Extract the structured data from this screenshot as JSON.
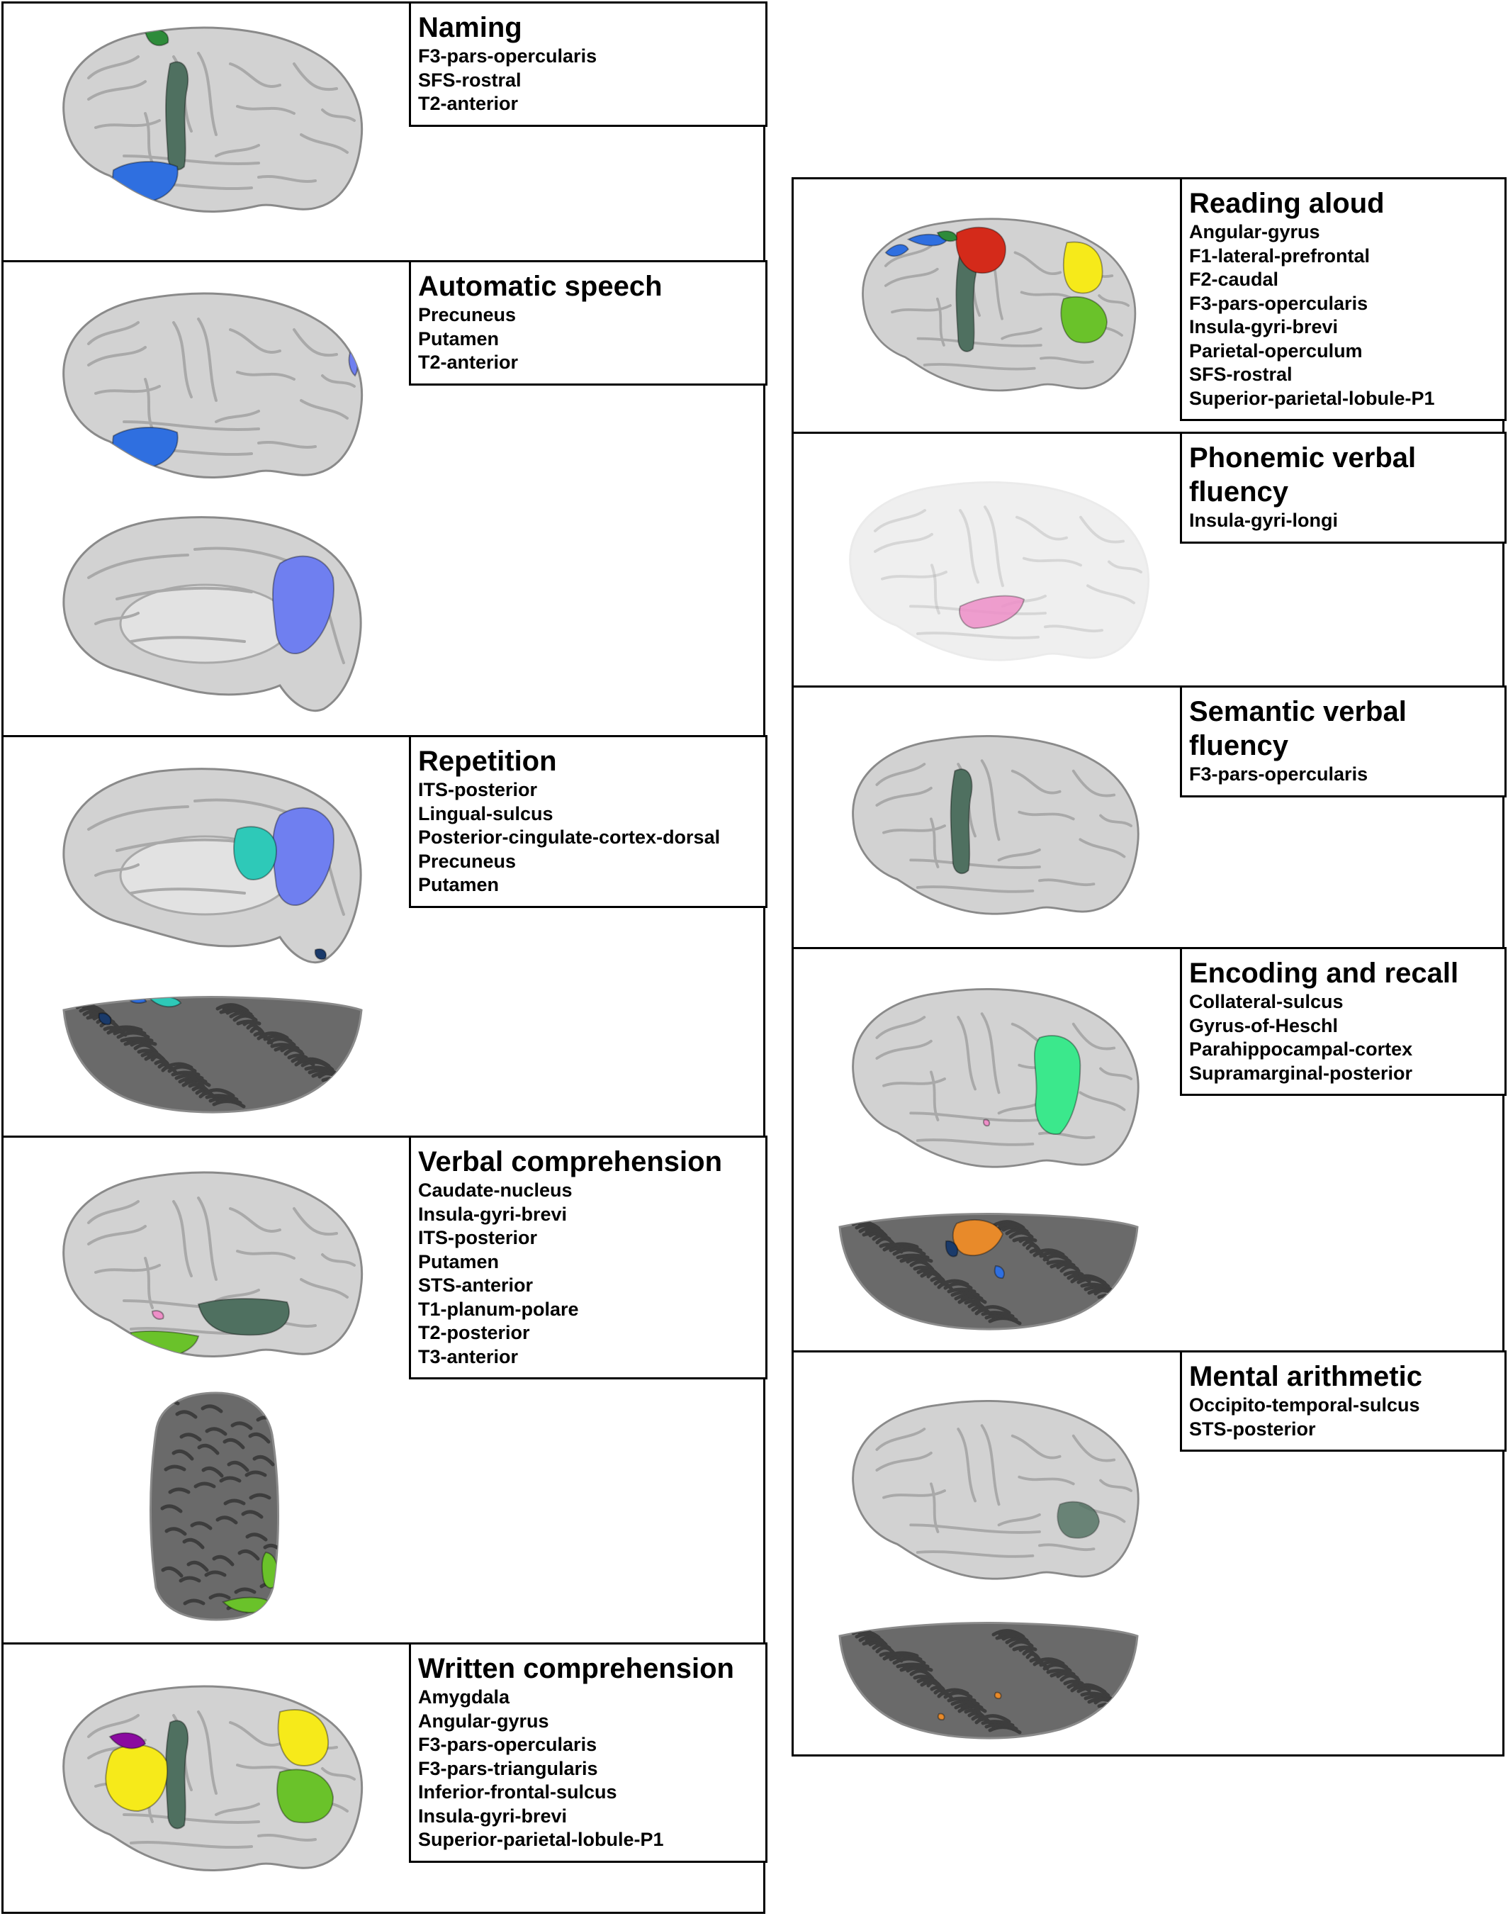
{
  "panels": [
    {
      "id": "naming",
      "title": "Naming",
      "regions": [
        "F3-pars-opercularis",
        "SFS-rostral",
        "T2-anterior"
      ]
    },
    {
      "id": "automatic",
      "title": "Automatic speech",
      "regions": [
        "Precuneus",
        "Putamen",
        "T2-anterior"
      ]
    },
    {
      "id": "repetition",
      "title": "Repetition",
      "regions": [
        "ITS-posterior",
        "Lingual-sulcus",
        "Posterior-cingulate-cortex-dorsal",
        "Precuneus",
        "Putamen"
      ]
    },
    {
      "id": "verbal",
      "title": "Verbal comprehension",
      "regions": [
        "Caudate-nucleus",
        "Insula-gyri-brevi",
        "ITS-posterior",
        "Putamen",
        "STS-anterior",
        "T1-planum-polare",
        "T2-posterior",
        "T3-anterior"
      ]
    },
    {
      "id": "written",
      "title": "Written comprehension",
      "regions": [
        "Amygdala",
        "Angular-gyrus",
        "F3-pars-opercularis",
        "F3-pars-triangularis",
        "Inferior-frontal-sulcus",
        "Insula-gyri-brevi",
        "Superior-parietal-lobule-P1"
      ]
    },
    {
      "id": "reading",
      "title": "Reading aloud",
      "regions": [
        "Angular-gyrus",
        "F1-lateral-prefrontal",
        "F2-caudal",
        "F3-pars-opercularis",
        "Insula-gyri-brevi",
        "Parietal-operculum",
        "SFS-rostral",
        "Superior-parietal-lobule-P1"
      ]
    },
    {
      "id": "phonemic",
      "title": "Phonemic verbal fluency",
      "regions": [
        "Insula-gyri-longi"
      ]
    },
    {
      "id": "semantic",
      "title": "Semantic verbal fluency",
      "regions": [
        "F3-pars-opercularis"
      ]
    },
    {
      "id": "encoding",
      "title": "Encoding and recall",
      "regions": [
        "Collateral-sulcus",
        "Gyrus-of-Heschl",
        "Parahippocampal-cortex",
        "Supramarginal-posterior"
      ]
    },
    {
      "id": "mental",
      "title": "Mental arithmetic",
      "regions": [
        "Occipito-temporal-sulcus",
        "STS-posterior"
      ]
    }
  ],
  "colors": {
    "brain": "#d2d2d2",
    "brainStroke": "#8a8a8a",
    "sulcus": "#a9a9a9",
    "darkBrain": "#6a6a6a",
    "darkSulcus": "#3d3d3d",
    "blue": "#2f6fe0",
    "green": "#2e8b3a",
    "darkGreen": "#4f7060",
    "lavender": "#6f7ff0",
    "teal": "#2ec9b8",
    "lime": "#6ac22a",
    "yellow": "#f6ea1a",
    "red": "#d42a1a",
    "purple": "#8a0aa0",
    "pink": "#ee8fc8",
    "mint": "#3be88c",
    "orange": "#e88a2a",
    "navy": "#1a3a6a"
  }
}
